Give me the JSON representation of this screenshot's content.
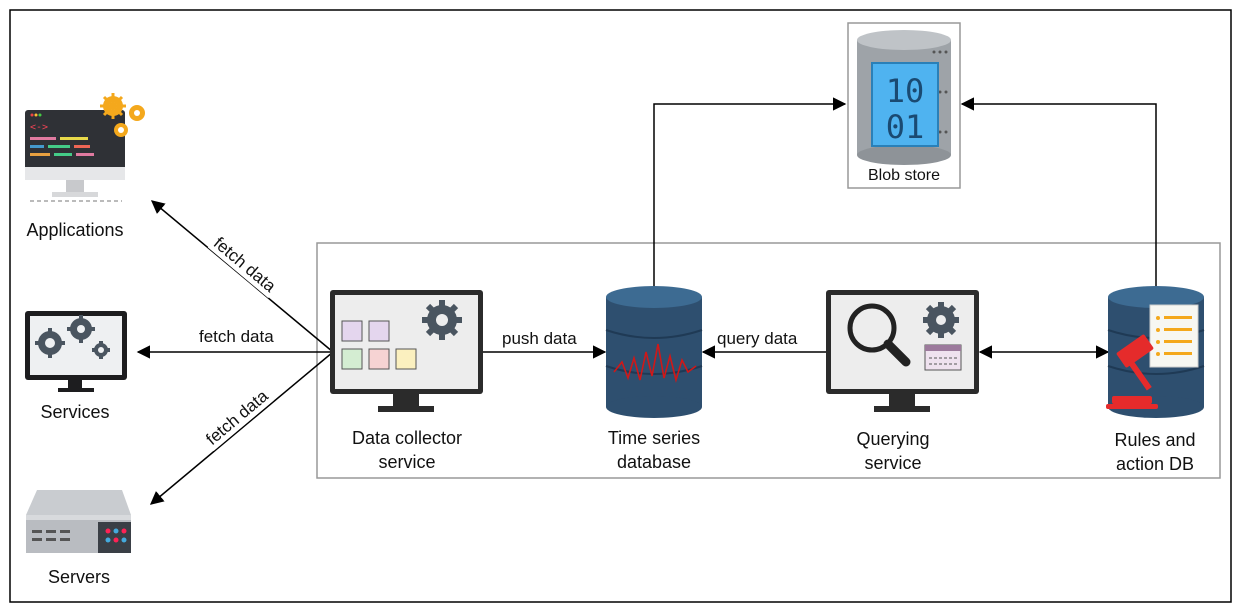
{
  "nodes": {
    "applications": {
      "label": "Applications",
      "icon": "code-monitor-gears-icon"
    },
    "services": {
      "label": "Services",
      "icon": "gears-monitor-icon"
    },
    "servers": {
      "label": "Servers",
      "icon": "server-rack-icon"
    },
    "data_collector": {
      "label_line1": "Data collector",
      "label_line2": "service",
      "icon": "dashboard-monitor-icon"
    },
    "time_series_db": {
      "label_line1": "Time series",
      "label_line2": "database",
      "icon": "database-waveform-icon"
    },
    "querying_service": {
      "label_line1": "Querying",
      "label_line2": "service",
      "icon": "search-monitor-icon"
    },
    "rules_db": {
      "label_line1": "Rules and",
      "label_line2": "action DB",
      "icon": "database-gavel-icon"
    },
    "blob_store": {
      "label": "Blob store",
      "icon": "binary-storage-icon",
      "glyph_row1": "10",
      "glyph_row2": "01"
    }
  },
  "edges": {
    "fetch_applications": "fetch data",
    "fetch_services": "fetch data",
    "fetch_servers": "fetch data",
    "push": "push data",
    "query": "query data"
  },
  "colors": {
    "db_blue": "#2e4f6f",
    "monitor_dark": "#2b2b2b",
    "gear_orange": "#f4a81c",
    "gear_gray": "#4a5560",
    "blob_blue": "#4fb3f0",
    "gavel_red": "#e52b2b"
  }
}
